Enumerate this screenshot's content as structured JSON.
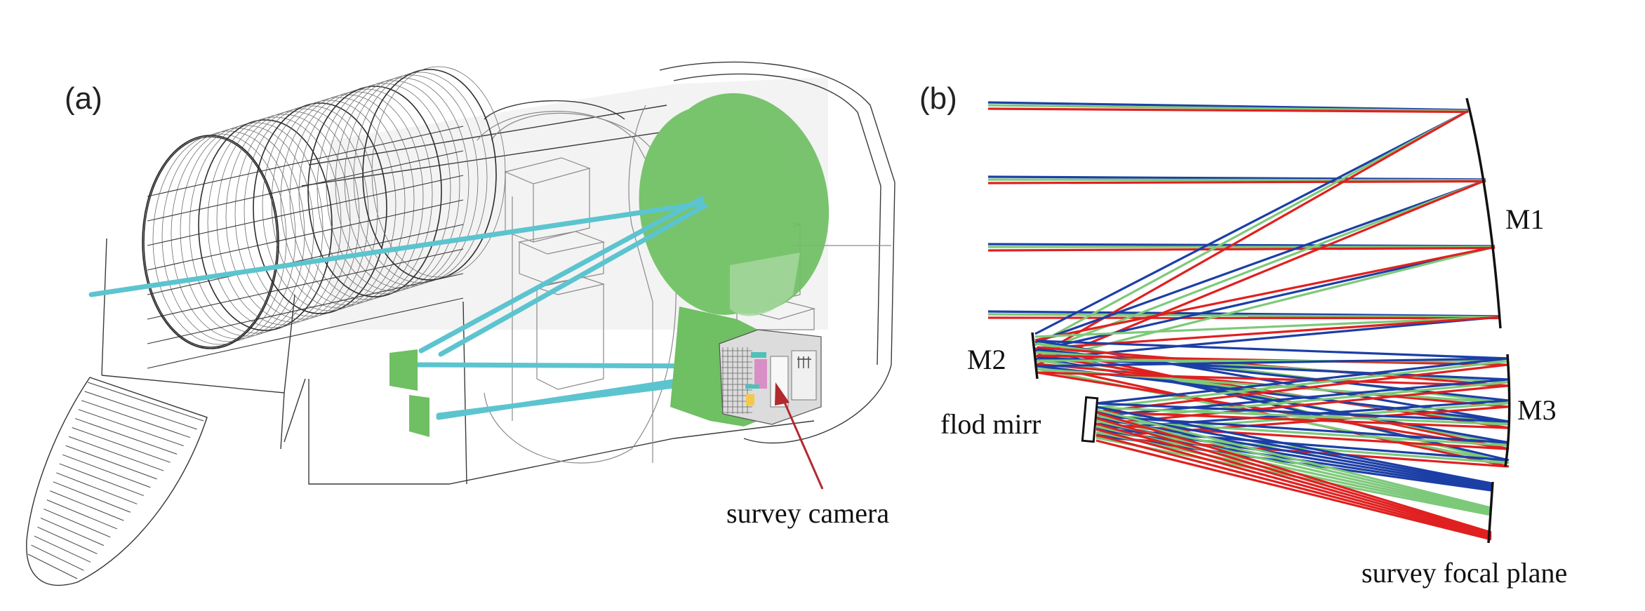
{
  "figure": {
    "panel_a": {
      "label": "(a)",
      "annotation": "survey camera",
      "colors": {
        "primary_mirror": "#6fbf63",
        "small_mirrors": "#6fbf63",
        "light_beam": "#5cc4cf",
        "arrow": "#b22a2e",
        "wireframe": "#3a3a3a",
        "camera_pink": "#d88fc6",
        "camera_yellow": "#f2c94c",
        "camera_teal": "#4fc1b9"
      }
    },
    "panel_b": {
      "label": "(b)",
      "labels": {
        "m1": "M1",
        "m2": "M2",
        "m3": "M3",
        "fold_mirror": "flod mirr",
        "focal_plane": "survey focal plane"
      },
      "ray_colors": {
        "red": "#e02020",
        "green": "#7dc97a",
        "blue": "#1c3fa6"
      }
    }
  }
}
